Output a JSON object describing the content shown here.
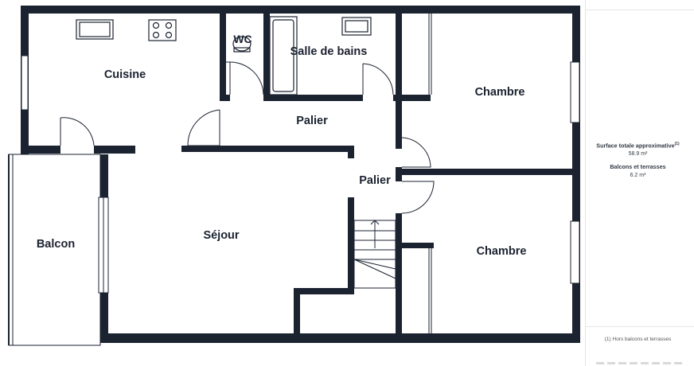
{
  "rooms": {
    "cuisine": "Cuisine",
    "wc": "WC",
    "salle_de_bains": "Salle de bains",
    "chambre_1": "Chambre",
    "chambre_2": "Chambre",
    "palier_1": "Palier",
    "palier_2": "Palier",
    "sejour": "Séjour",
    "balcon": "Balcon"
  },
  "summary": {
    "total_label": "Surface totale approximative",
    "total_note": "(1)",
    "total_value": "58.9 m²",
    "balcony_label": "Balcons et terrasses",
    "balcony_value": "6.2 m²",
    "footnote": "(1) Hors balcons et terrasses"
  },
  "colors": {
    "wall": "#1b2230",
    "fixture": "#1b2230",
    "panel_line": "#e6e6e6",
    "background": "#ffffff"
  }
}
